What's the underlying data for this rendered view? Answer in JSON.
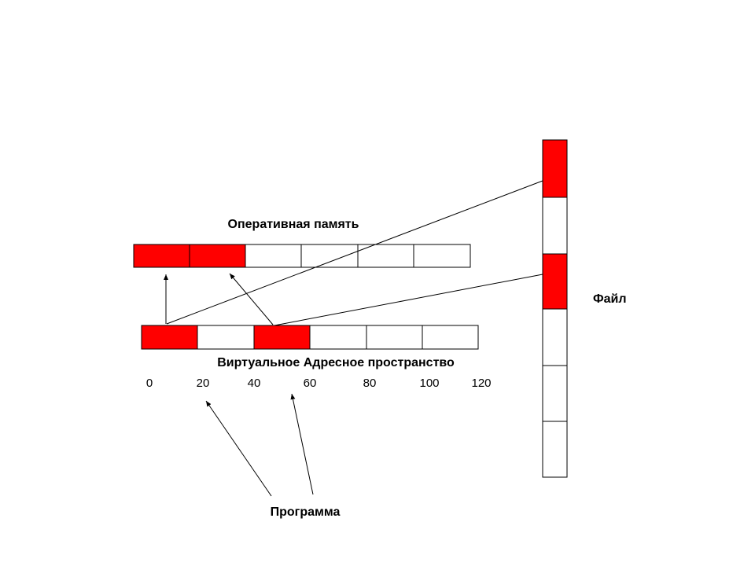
{
  "labels": {
    "ram": "Оперативная память",
    "virtual": "Виртуальное Адресное пространство",
    "file": "Файл",
    "program": "Программа"
  },
  "address_ticks": [
    "0",
    "20",
    "40",
    "60",
    "80",
    "100",
    "120"
  ],
  "colors": {
    "filled": "#ff0000",
    "empty": "#ffffff",
    "stroke": "#000000"
  },
  "blocks": {
    "ram": [
      true,
      true,
      false,
      false,
      false,
      false
    ],
    "virtual": [
      true,
      false,
      true,
      false,
      false,
      false
    ],
    "file": [
      true,
      false,
      true,
      false,
      false,
      false
    ]
  }
}
